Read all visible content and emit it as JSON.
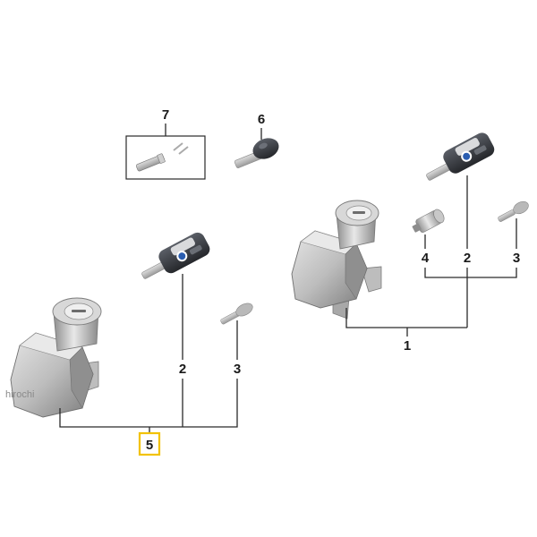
{
  "diagram": {
    "callouts": {
      "c1": "1",
      "c2_right": "2",
      "c3_right": "3",
      "c4": "4",
      "c2_left": "2",
      "c3_left": "3",
      "c5": "5",
      "c6": "6",
      "c7": "7"
    },
    "highlighted_callout": "5",
    "highlight_color": "#f2c200",
    "watermark": "hirochi",
    "part_colors": {
      "housing_light": "#d4d4d4",
      "housing_mid": "#a9a9a9",
      "housing_dark": "#6d6d6d",
      "key_fob": "#3a3d42",
      "key_blade": "#b5b5b5",
      "emblem_blue": "#2a5db0"
    }
  }
}
